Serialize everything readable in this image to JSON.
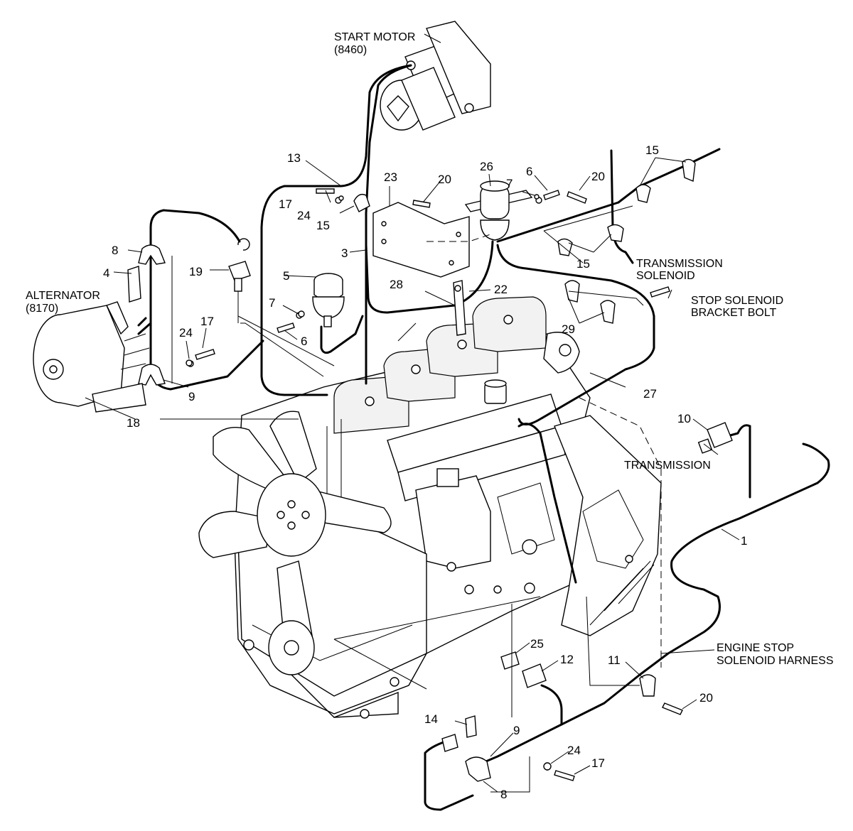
{
  "labels": {
    "start_motor": "START MOTOR",
    "start_motor_code": "(8460)",
    "alternator": "ALTERNATOR",
    "alternator_code": "(8170)",
    "transmission_solenoid_1": "TRANSMISSION",
    "transmission_solenoid_2": "SOLENOID",
    "stop_solenoid_1": "STOP SOLENOID",
    "stop_solenoid_2": "BRACKET BOLT",
    "transmission": "TRANSMISSION",
    "engine_stop_1": "ENGINE STOP",
    "engine_stop_2": "SOLENOID HARNESS"
  },
  "callouts": {
    "c1": "1",
    "c3": "3",
    "c4": "4",
    "c5": "5",
    "c6a": "6",
    "c6b": "6",
    "c7a": "7",
    "c7b": "7",
    "c8a": "8",
    "c8b": "8",
    "c9a": "9",
    "c9b": "9",
    "c10": "10",
    "c11": "11",
    "c12": "12",
    "c13": "13",
    "c14": "14",
    "c15a": "15",
    "c15b": "15",
    "c15c": "15",
    "c17a": "17",
    "c17b": "17",
    "c17c": "17",
    "c18": "18",
    "c19": "19",
    "c20a": "20",
    "c20b": "20",
    "c20c": "20",
    "c22": "22",
    "c23": "23",
    "c24a": "24",
    "c24b": "24",
    "c24c": "24",
    "c25": "25",
    "c26": "26",
    "c27": "27",
    "c28": "28",
    "c29": "29"
  }
}
